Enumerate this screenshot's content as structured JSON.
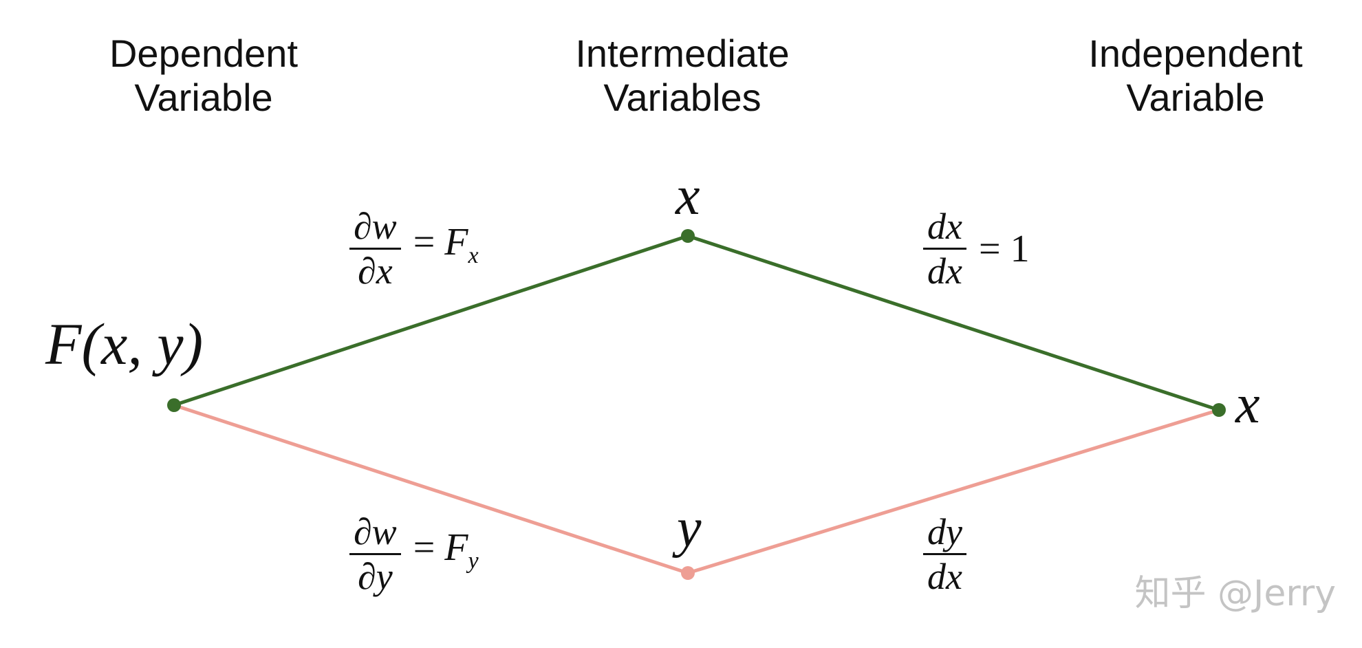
{
  "headers": {
    "dependent": {
      "line1": "Dependent",
      "line2": "Variable"
    },
    "intermediate": {
      "line1": "Intermediate",
      "line2": "Variables"
    },
    "independent": {
      "line1": "Independent",
      "line2": "Variable"
    }
  },
  "nodes": {
    "function": {
      "label": "F(x, y)",
      "color": "#3a6e2a"
    },
    "intermediate_x": {
      "label": "x",
      "color": "#3a6e2a"
    },
    "intermediate_y": {
      "label": "y",
      "color": "#ee9e94"
    },
    "independent_x": {
      "label": "x",
      "color": "#3a6e2a"
    }
  },
  "edges": {
    "f_to_x": {
      "num": "∂w",
      "den": "∂x",
      "eq": "=",
      "rhs_main": "F",
      "rhs_sub": "x",
      "color": "#3a6e2a"
    },
    "f_to_y": {
      "num": "∂w",
      "den": "∂y",
      "eq": "=",
      "rhs_main": "F",
      "rhs_sub": "y",
      "color": "#ee9e94"
    },
    "x_to_x": {
      "num": "dx",
      "den": "dx",
      "eq": "=",
      "rhs_value": "1",
      "color": "#3a6e2a"
    },
    "y_to_x": {
      "num": "dy",
      "den": "dx",
      "color": "#ee9e94"
    }
  },
  "watermark": "知乎 @Jerry"
}
